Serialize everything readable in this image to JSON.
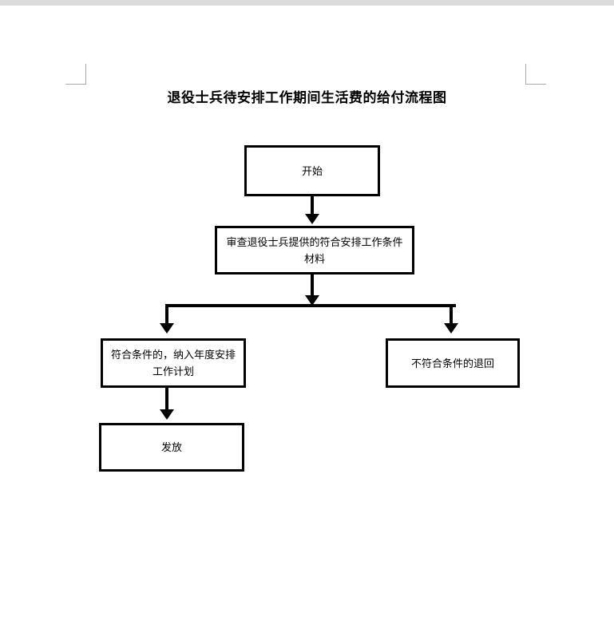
{
  "document": {
    "title": "退役士兵待安排工作期间生活费的给付流程图",
    "page_background": "#ffffff",
    "top_band_color": "#dcdcdc",
    "margin_mark_color": "#aaaaaa",
    "line_color": "#000000"
  },
  "flowchart": {
    "type": "flowchart",
    "orientation": "top-down",
    "nodes": [
      {
        "id": "start",
        "label": "开始",
        "shape": "rectangle"
      },
      {
        "id": "review",
        "label": "审查退役士兵提供的符合安排工作条件材料",
        "shape": "rectangle"
      },
      {
        "id": "qualified",
        "label": "符合条件的，纳入年度安排工作计划",
        "shape": "rectangle"
      },
      {
        "id": "unqualified",
        "label": "不符合条件的退回",
        "shape": "rectangle"
      },
      {
        "id": "issue",
        "label": "发放",
        "shape": "rectangle"
      }
    ],
    "edges": [
      {
        "from": "start",
        "to": "review",
        "label": ""
      },
      {
        "from": "review",
        "to": "qualified",
        "label": ""
      },
      {
        "from": "review",
        "to": "unqualified",
        "label": ""
      },
      {
        "from": "qualified",
        "to": "issue",
        "label": ""
      }
    ]
  }
}
